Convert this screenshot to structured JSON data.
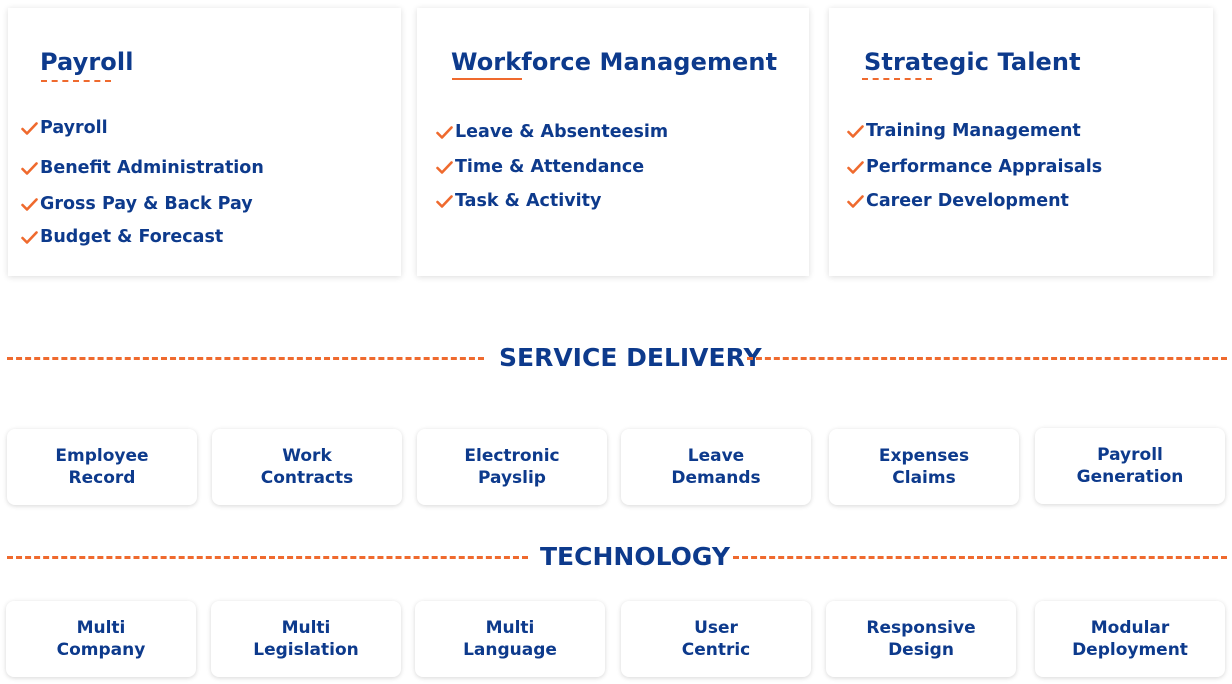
{
  "cards": [
    {
      "title": "Payroll",
      "items": [
        "Payroll",
        "Benefit Administration",
        "Gross Pay & Back Pay",
        "Budget & Forecast"
      ]
    },
    {
      "title": "Workforce Management",
      "items": [
        "Leave & Absenteesim",
        "Time & Attendance",
        "Task & Activity"
      ]
    },
    {
      "title": "Strategic Talent",
      "items": [
        "Training Management",
        "Performance Appraisals",
        "Career Development"
      ]
    }
  ],
  "service_delivery": {
    "title": "SERVICE DELIVERY",
    "tiles": [
      [
        "Employee",
        "Record"
      ],
      [
        "Work",
        "Contracts"
      ],
      [
        "Electronic",
        "Payslip"
      ],
      [
        "Leave",
        "Demands"
      ],
      [
        "Expenses",
        "Claims"
      ],
      [
        "Payroll",
        "Generation"
      ]
    ]
  },
  "technology": {
    "title": "TECHNOLOGY",
    "tiles": [
      [
        "Multi",
        "Company"
      ],
      [
        "Multi",
        "Legislation"
      ],
      [
        "Multi",
        "Language"
      ],
      [
        "User",
        "Centric"
      ],
      [
        "Responsive",
        "Design"
      ],
      [
        "Modular",
        "Deployment"
      ]
    ]
  },
  "colors": {
    "primary": "#0d3a8c",
    "accent": "#ef6a2e"
  },
  "icons": {
    "check": "check-icon"
  }
}
